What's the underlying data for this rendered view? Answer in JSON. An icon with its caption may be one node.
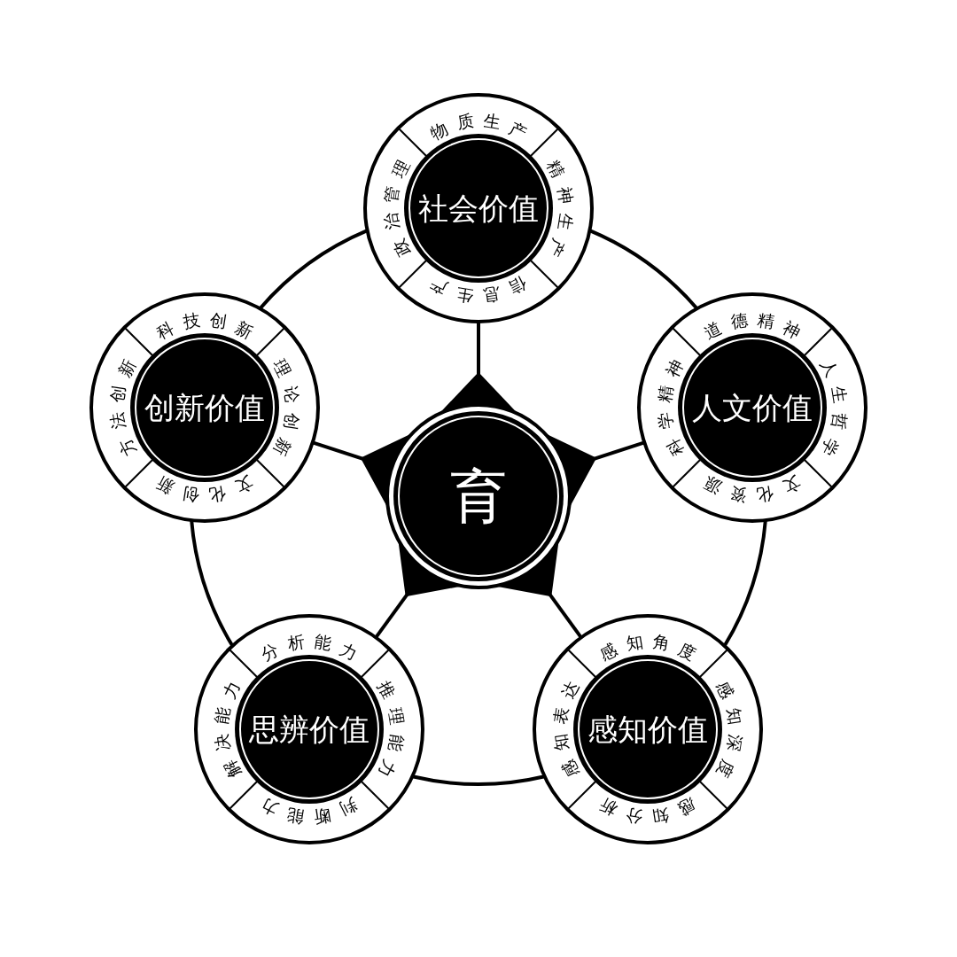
{
  "diagram": {
    "nodes": [
      {
        "text": [
          "育"
        ]
      },
      {
        "text": [
          "社会价值",
          "物质生产",
          "精神生产",
          "信息生产",
          "政治管理"
        ]
      },
      {
        "text": [
          "创新价值",
          "科技创新",
          "理论创新",
          "文化创新",
          "方法创新"
        ]
      },
      {
        "text": [
          "人文价值",
          "道德精神",
          "人生哲学",
          "文化资源",
          "科学精神"
        ]
      },
      {
        "text": [
          "思辨价值",
          "分析能力",
          "推理能力",
          "判断能力",
          "解决能力"
        ]
      },
      {
        "text": [
          "感知价值",
          "感知角度",
          "感知深度",
          "感知分析",
          "感知表达"
        ]
      }
    ],
    "edges": [
      {
        "from": 0,
        "to": 1,
        "arrow": "none"
      },
      {
        "from": 0,
        "to": 3,
        "arrow": "none"
      },
      {
        "from": 0,
        "to": 5,
        "arrow": "none"
      },
      {
        "from": 0,
        "to": 4,
        "arrow": "none"
      },
      {
        "from": 0,
        "to": 2,
        "arrow": "none"
      },
      {
        "from": 1,
        "to": 3,
        "arrow": "none"
      },
      {
        "from": 3,
        "to": 5,
        "arrow": "none"
      },
      {
        "from": 5,
        "to": 4,
        "arrow": "none"
      },
      {
        "from": 4,
        "to": 2,
        "arrow": "none"
      },
      {
        "from": 2,
        "to": 1,
        "arrow": "none"
      }
    ]
  }
}
